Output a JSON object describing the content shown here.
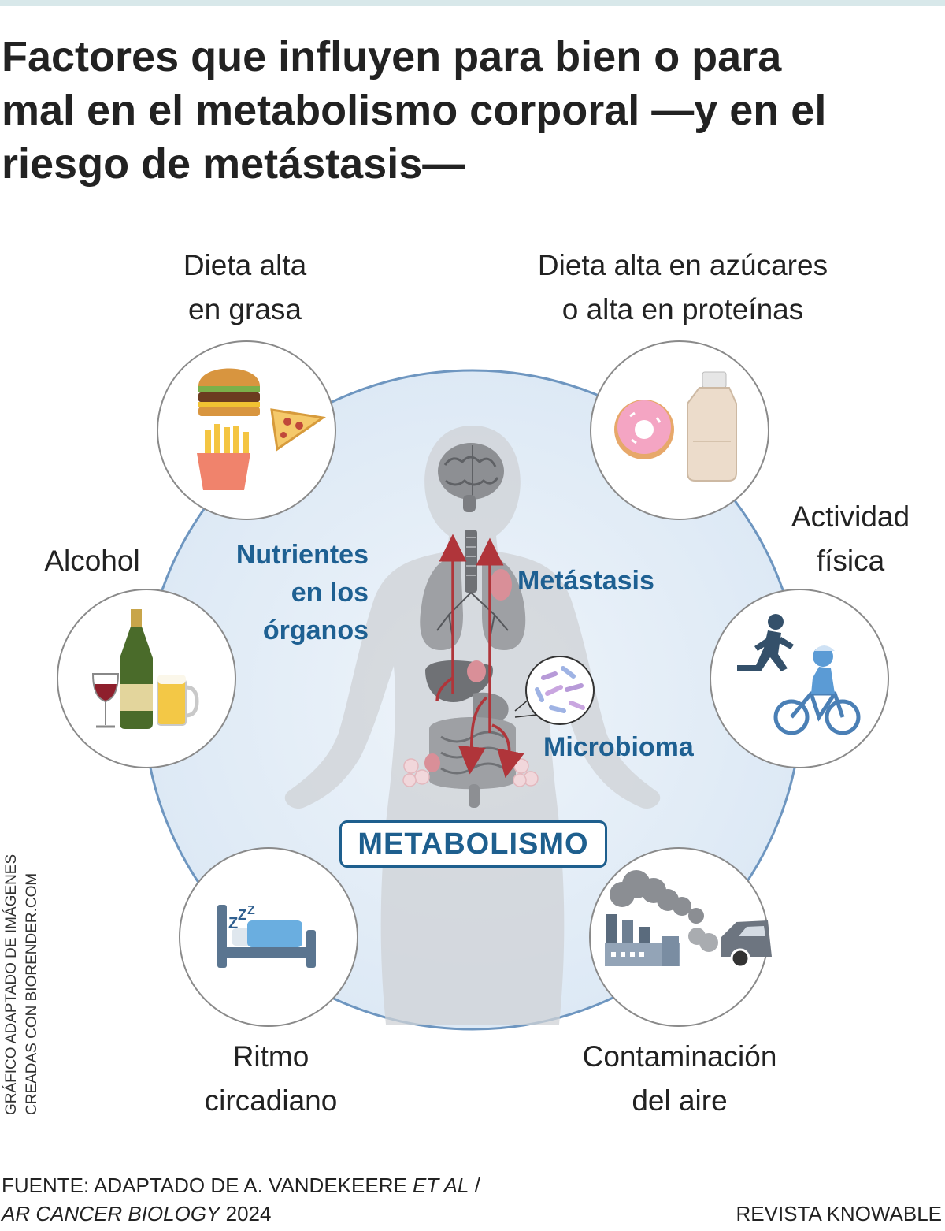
{
  "title": {
    "line1": "Factores que influyen para bien o para",
    "line2": "mal en el metabolismo corporal —y en el",
    "line3": "riesgo de metástasis—"
  },
  "factors": {
    "high_fat_diet": {
      "line1": "Dieta alta",
      "line2": "en grasa"
    },
    "sugar_protein_diet": {
      "line1": "Dieta alta en azúcares",
      "line2": "o alta en proteínas"
    },
    "alcohol": {
      "line1": "Alcohol"
    },
    "physical_activity": {
      "line1": "Actividad",
      "line2": "física"
    },
    "circadian_rhythm": {
      "line1": "Ritmo",
      "line2": "circadiano"
    },
    "air_pollution": {
      "line1": "Contaminación",
      "line2": "del aire"
    }
  },
  "center": {
    "nutrients": {
      "line1": "Nutrientes",
      "line2": "en los",
      "line3": "órganos"
    },
    "metastasis": "Metástasis",
    "microbiome": "Microbioma",
    "metabolism": "METABOLISMO"
  },
  "credit": {
    "line1": "GRÁFICO ADAPTADO DE IMÁGENES",
    "line2": "CREADAS CON BIORENDER.COM"
  },
  "source": {
    "prefix": "FUENTE: ADAPTADO DE A. VANDEKEERE ",
    "etal": "ET AL",
    "slash": " /",
    "journal": "AR CANCER BIOLOGY",
    "year": " 2024"
  },
  "publisher": "REVISTA KNOWABLE",
  "colors": {
    "accent_blue": "#1e6092",
    "circle_fill": "#e6eff8",
    "circle_stroke": "#6e96c0",
    "arrow_red": "#b0353a"
  },
  "icons": [
    "hamburger-icon",
    "pizza-icon",
    "fries-icon",
    "donut-icon",
    "bottle-icon",
    "champagne-icon",
    "wine-glass-icon",
    "beer-mug-icon",
    "runner-icon",
    "cyclist-icon",
    "bed-icon",
    "zzz-icon",
    "factory-icon",
    "smoke-icon",
    "car-icon",
    "brain-icon",
    "lungs-icon",
    "liver-icon",
    "intestine-icon",
    "bacteria-icon"
  ]
}
